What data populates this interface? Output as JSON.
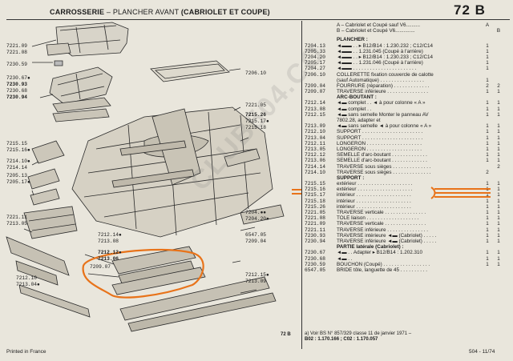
{
  "header": {
    "title_bold": "CARROSSERIE",
    "title_rest": " – PLANCHER AVANT ",
    "title_paren": "(CABRIOLET ET COUPE)",
    "page_code": "72 B"
  },
  "figure": {
    "labels": [
      {
        "id": "l1",
        "text": "7221.09"
      },
      {
        "id": "l2",
        "text": "7221.08"
      },
      {
        "id": "l3",
        "text": "7230.59"
      },
      {
        "id": "l4",
        "text": "7230.67●"
      },
      {
        "id": "l5",
        "text": "7230.93"
      },
      {
        "id": "l6",
        "text": "7230.68"
      },
      {
        "id": "l7",
        "text": "7230.94"
      },
      {
        "id": "l8",
        "text": "7206.10"
      },
      {
        "id": "l9",
        "text": "7221.05"
      },
      {
        "id": "l10",
        "text": "7215.26"
      },
      {
        "id": "l11",
        "text": "7215.17●"
      },
      {
        "id": "l12",
        "text": "7215.18"
      },
      {
        "id": "l13",
        "text": "7215.15"
      },
      {
        "id": "l14",
        "text": "7215.16●"
      },
      {
        "id": "l15",
        "text": "7214.10●"
      },
      {
        "id": "l16",
        "text": "7214.14"
      },
      {
        "id": "l17",
        "text": "7205.13"
      },
      {
        "id": "l18",
        "text": "7205.17●"
      },
      {
        "id": "l19",
        "text": "7221.11"
      },
      {
        "id": "l20",
        "text": "7213.05"
      },
      {
        "id": "l21",
        "text": "7204.●●"
      },
      {
        "id": "l22",
        "text": "7204.20●"
      },
      {
        "id": "l23",
        "text": "7212.14●"
      },
      {
        "id": "l24",
        "text": "7213.08"
      },
      {
        "id": "l25",
        "text": "6547.05"
      },
      {
        "id": "l26",
        "text": "7209.04"
      },
      {
        "id": "l27",
        "text": "7212.12●"
      },
      {
        "id": "l28",
        "text": "7213.06"
      },
      {
        "id": "l29",
        "text": "7209.07"
      },
      {
        "id": "l30",
        "text": "7212.10"
      },
      {
        "id": "l31",
        "text": "7213.04●"
      },
      {
        "id": "l32",
        "text": "7212.15●"
      },
      {
        "id": "l33",
        "text": "7213.09"
      }
    ],
    "plate_number": "72 B",
    "watermark": "CLUB504.CO"
  },
  "footer_left": "Printed in France",
  "legend": {
    "a": "A – Cabriolet et Coupé sauf V6..........",
    "a_letter": "A",
    "b": "B – Cabriolet et Coupé V6..............",
    "b_letter": "B"
  },
  "rows": [
    {
      "code": "",
      "desc": "PLANCHER :",
      "q1": "",
      "q2": "",
      "sec": true
    },
    {
      "code": "7204.13",
      "desc": "◄▬▬ . .  ▸ B12/B14 : 1.230.232 ; C12/C14",
      "q1": "1",
      "q2": ""
    },
    {
      "code": "7205.33",
      "desc": "◄▬▬ . .  1.231.045 (Coupé à l'arrière)",
      "q1": "1",
      "q2": ""
    },
    {
      "code": "7204.20",
      "desc": "◄▬▬ . .  ▸ B12/B14 : 1.230.233 ; C12/C14",
      "q1": "1",
      "q2": ""
    },
    {
      "code": "7205.17",
      "desc": "◄▬▬ . .  1.231.046 (Coupé à l'arrière)",
      "q1": "1",
      "q2": ""
    },
    {
      "code": "7204.27",
      "desc": "◄▬▬ . . . . . . . . . . . . . . . . . . . . . . .",
      "q1": "1",
      "q2": ""
    },
    {
      "code": "7206.10",
      "desc": "COLLERETTE fixation couvercle de calotte",
      "q1": "",
      "q2": ""
    },
    {
      "code": "",
      "desc": "(sauf Automatique) . . . . . . . . . . . . . . . .",
      "q1": "1",
      "q2": ""
    },
    {
      "code": "7209.04",
      "desc": "FOURRURE (réparation) . . . . . . . . . . . . .",
      "q1": "2",
      "q2": "2"
    },
    {
      "code": "7209.07",
      "desc": "TRAVERSE inférieure . . . . . . . . . . . . . . .",
      "q1": "1",
      "q2": "1"
    },
    {
      "code": "",
      "desc": "ARC-BOUTANT :",
      "q1": "",
      "q2": "",
      "sec": true
    },
    {
      "code": "7212.14",
      "desc": "◄▬ complet . .   ◄ à pour colonne « A »",
      "q1": "1",
      "q2": "1"
    },
    {
      "code": "7213.08",
      "desc": "◄▬ complet . .",
      "q1": "1",
      "q2": "1"
    },
    {
      "code": "7212.15",
      "desc": "◄▬ sans semelle   Monter le panneau AV",
      "q1": "1",
      "q2": "1"
    },
    {
      "code": "",
      "desc": "                 7802.28, adapter et",
      "q1": "",
      "q2": ""
    },
    {
      "code": "7213.09",
      "desc": "◄▬ sans semelle   ◄ à pour colonne « A »",
      "q1": "1",
      "q2": "1"
    },
    {
      "code": "7212.10",
      "desc": "SUPPORT . . . . . . . . . . . . . . . . . . . . . .",
      "q1": "1",
      "q2": "1"
    },
    {
      "code": "7213.04",
      "desc": "SUPPORT . . . . . . . . . . . . . . . . . . . . . .",
      "q1": "1",
      "q2": "1"
    },
    {
      "code": "7212.11",
      "desc": "LONGERON . . . . . . . . . . . . . . . . . . . .",
      "q1": "1",
      "q2": "1"
    },
    {
      "code": "7213.05",
      "desc": "LONGERON . . . . . . . . . . . . . . . . . . . .",
      "q1": "1",
      "q2": "1"
    },
    {
      "code": "7212.12",
      "desc": "SEMELLE d'arc-boutant . . . . . . . . . . . . .",
      "q1": "1",
      "q2": "1"
    },
    {
      "code": "7213.06",
      "desc": "SEMELLE d'arc-boutant . . . . . . . . . . . . .",
      "q1": "1",
      "q2": "1"
    },
    {
      "code": "7214.14",
      "desc": "TRAVERSE sous sièges . . . . . . . . . . . . . .",
      "q1": "",
      "q2": "2"
    },
    {
      "code": "7214.10",
      "desc": "TRAVERSE sous sièges . . . . . . . . . . . . . .",
      "q1": "2",
      "q2": ""
    },
    {
      "code": "",
      "desc": "SUPPORT :",
      "q1": "",
      "q2": "",
      "sec": true
    },
    {
      "code": "7215.15",
      "desc": "extérieur . . . . . . . . . . . . . . . . . . . .",
      "q1": "1",
      "q2": "1"
    },
    {
      "code": "7215.16",
      "desc": "extérieur . . . . . . . . . . . . . . . . . . . .",
      "q1": "1",
      "q2": "1"
    },
    {
      "code": "7215.17",
      "desc": "intérieur . . . . . . . . . . . . . . . . . . . .",
      "q1": "1",
      "q2": "1"
    },
    {
      "code": "7215.18",
      "desc": "intérieur . . . . . . . . . . . . . . . . . . . .",
      "q1": "1",
      "q2": "1"
    },
    {
      "code": "7215.26",
      "desc": "intérieur . . . . . . . . . . . . . . . . . . . .",
      "q1": "1",
      "q2": "1"
    },
    {
      "code": "7221.05",
      "desc": "TRAVERSE verticale . . . . . . . . . . . . . . .",
      "q1": "1",
      "q2": "1"
    },
    {
      "code": "7221.08",
      "desc": "TOLE liaison . . . . . . . . . . . . . . . . . . .",
      "q1": "1",
      "q2": "1"
    },
    {
      "code": "7221.09",
      "desc": "TRAVERSE verticale . . . . . . . . . . . . . . .",
      "q1": "1",
      "q2": "1"
    },
    {
      "code": "7221.11",
      "desc": "TRAVERSE inférieure . . . . . . . . . . . . . . .",
      "q1": "1",
      "q2": "1"
    },
    {
      "code": "7230.93",
      "desc": "TRAVERSE intérieure ◄▬ (Cabriolet) . . . . .",
      "q1": "1",
      "q2": "1"
    },
    {
      "code": "7230.94",
      "desc": "TRAVERSE inférieure ◄▬ (Cabriolet) . . . . .",
      "q1": "1",
      "q2": "1"
    },
    {
      "code": "",
      "desc": "PARTIE latérale (Cabriolet) :",
      "q1": "",
      "q2": "",
      "sec": true
    },
    {
      "code": "7230.67",
      "desc": "◄▬ . .  Adapter ▸ B12/B14 : 1.202.310",
      "q1": "1",
      "q2": "1"
    },
    {
      "code": "7230.68",
      "desc": "◄▬ . .",
      "q1": "1",
      "q2": "1"
    },
    {
      "code": "7230.59",
      "desc": "BOUCHON (Coupé) . . . . . . . . . . . . . . . . .",
      "q1": "1",
      "q2": "1"
    },
    {
      "code": "6547.05",
      "desc": "BRIDE tôle, languette de 45 . . . . . . . . . .",
      "q1": "",
      "q2": ""
    }
  ],
  "footnote1": "a) Voir BS N° 857/329 classe 11 de janvier 1971 –",
  "footnote2": "B02 : 1.170.166 ; C02 : 1.170.057",
  "page_ref": "504 - 11/74"
}
